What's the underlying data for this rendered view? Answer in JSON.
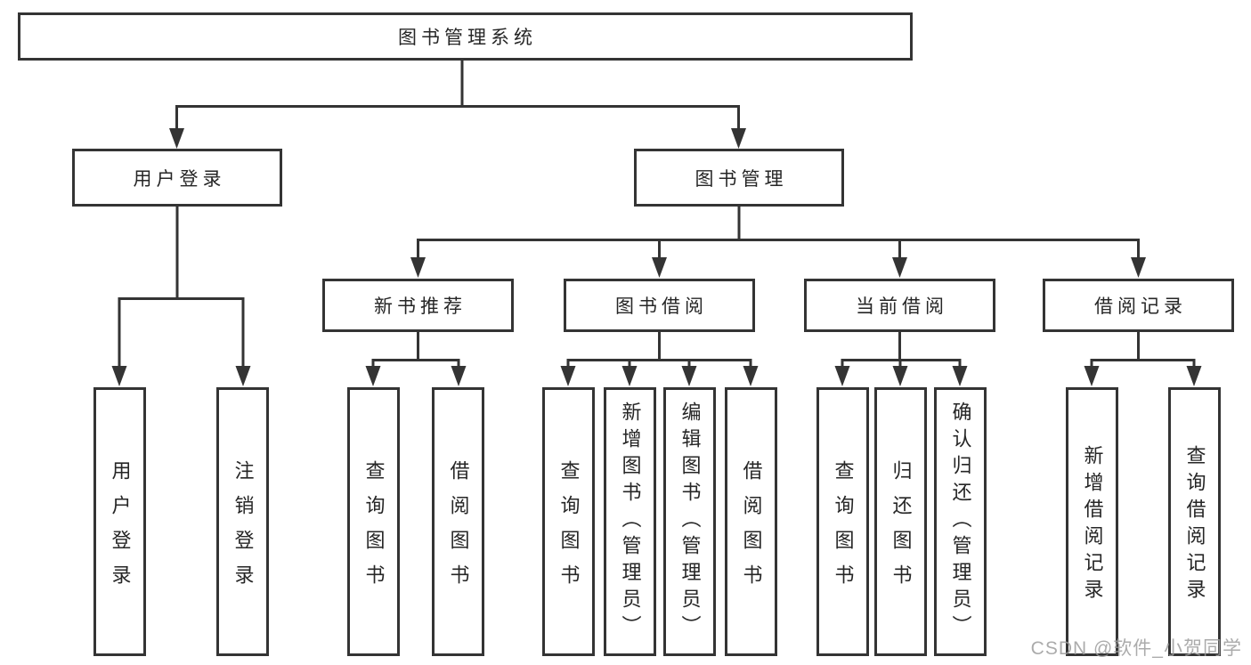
{
  "tree": {
    "root": {
      "label": "图书管理系统",
      "children": [
        {
          "label": "用户登录",
          "children": [
            {
              "label": "用户登录"
            },
            {
              "label": "注销登录"
            }
          ]
        },
        {
          "label": "图书管理",
          "children": [
            {
              "label": "新书推荐",
              "children": [
                {
                  "label": "查询图书"
                },
                {
                  "label": "借阅图书"
                }
              ]
            },
            {
              "label": "图书借阅",
              "children": [
                {
                  "label": "查询图书"
                },
                {
                  "label": "新增图书（管理员）"
                },
                {
                  "label": "编辑图书（管理员）"
                },
                {
                  "label": "借阅图书"
                }
              ]
            },
            {
              "label": "当前借阅",
              "children": [
                {
                  "label": "查询图书"
                },
                {
                  "label": "归还图书"
                },
                {
                  "label": "确认归还（管理员）"
                }
              ]
            },
            {
              "label": "借阅记录",
              "children": [
                {
                  "label": "新增借阅记录"
                },
                {
                  "label": "查询借阅记录"
                }
              ]
            }
          ]
        }
      ]
    }
  },
  "watermark": {
    "text": "CSDN @软件_小贺同学"
  },
  "colors": {
    "line": "#343434",
    "text": "#262626",
    "box_background": "#ffffff",
    "watermark": "#9d9d9d"
  }
}
